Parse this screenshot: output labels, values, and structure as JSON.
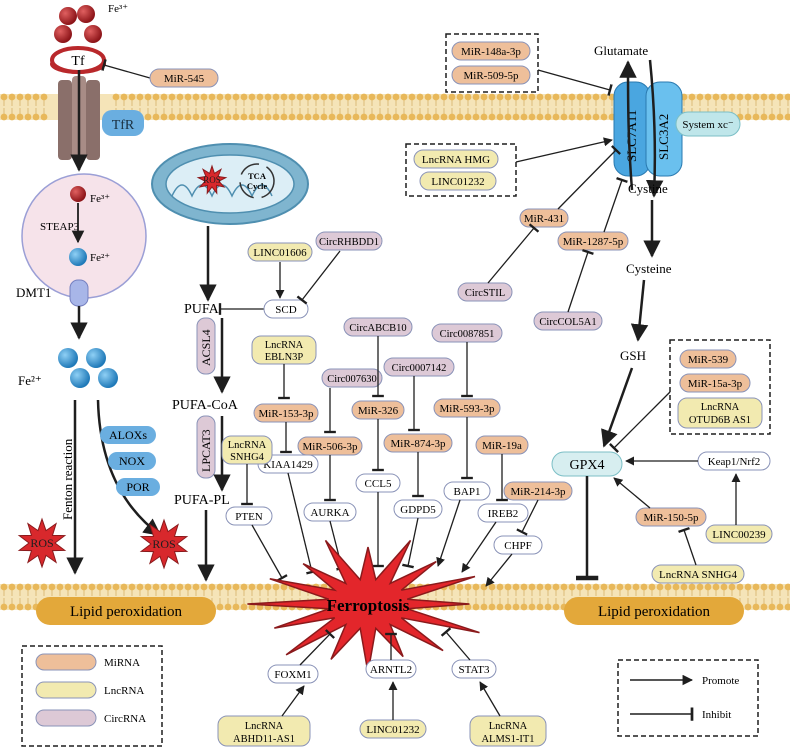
{
  "colors": {
    "mirna": "#eebf9a",
    "lncrna": "#f2eab0",
    "circrna": "#ddc9d6",
    "node_stroke": "#8a93b8",
    "gene_fill": "#ffffff",
    "membrane": "#f0d9a0",
    "lipid_head": "#e6b65a",
    "lipid_box": "#e3a83a",
    "ros": "#d8282c",
    "ferroptosis": "#e3262b",
    "transporter": "#4aa6e0",
    "tfr": "#8a6f6a",
    "iron3": "#b8282c",
    "iron2": "#3aa0dc",
    "mito": "#7fb5cf",
    "gpx4": "#d7eef0"
  },
  "iron": {
    "fe3": "Fe³⁺",
    "tf": "Tf",
    "tfr": "TfR",
    "steap3": "STEAP3",
    "fe3_endo": "Fe³⁺",
    "fe2_endo": "Fe²⁺",
    "dmt1": "DMT1",
    "fe2_pool": "Fe²⁺",
    "fenton": "Fenton reaction",
    "ros_left": "ROS",
    "ros_mid": "ROS",
    "mir545": "MiR-545"
  },
  "enzymes": {
    "alox": "ALOXs",
    "nox": "NOX",
    "por": "POR"
  },
  "mito": {
    "ros": "ROS",
    "tca_line1": "TCA",
    "tca_line2": "Cycle"
  },
  "lipid_path": {
    "pufa": "PUFA",
    "acsl4": "ACSL4",
    "pufa_coa": "PUFA-CoA",
    "lpcat3": "LPCAT3",
    "pufa_pl": "PUFA-PL",
    "scd": "SCD",
    "linc01606": "LINC01606",
    "circrhbdd1": "CircRHBDD1"
  },
  "middle": {
    "lnc_ebln3p_1": "LncRNA",
    "lnc_ebln3p_2": "EBLN3P",
    "mir153": "MiR-153-3p",
    "kiaa1429": "KIAA1429",
    "circ007630": "Circ007630",
    "mir506": "MiR-506-3p",
    "aurka": "AURKA",
    "lnc_snhg4_1": "LncRNA",
    "lnc_snhg4_2": "SNHG4",
    "pten": "PTEN",
    "circabcb10": "CircABCB10",
    "mir326": "MiR-326",
    "ccl5": "CCL5",
    "circ0007142": "Circ0007142",
    "mir874": "MiR-874-3p",
    "gdpd5": "GDPD5",
    "circ0087851": "Circ0087851",
    "mir593": "MiR-593-3p",
    "bap1": "BAP1",
    "mir19a": "MiR-19a",
    "ireb2": "IREB2",
    "mir214": "MiR-214-3p",
    "chpf": "CHPF"
  },
  "system_xc": {
    "glutamate": "Glutamate",
    "slc7a11": "SLC7A11",
    "slc3a2": "SLC3A2",
    "label": "System xc⁻",
    "cystine": "Cystine",
    "cysteine": "Cysteine",
    "gsh": "GSH",
    "mir148": "MiR-148a-3p",
    "mir509": "MiR-509-5p",
    "lnc_hmg": "LncRNA HMG",
    "linc01232": "LINC01232",
    "mir431": "MiR-431",
    "circstil": "CircSTIL",
    "mir1287": "MiR-1287-5p",
    "circcol5a1": "CircCOL5A1"
  },
  "gpx4_axis": {
    "gpx4": "GPX4",
    "mir539": "MiR-539",
    "mir15a": "MiR-15a-3p",
    "lnc_otud_1": "LncRNA",
    "lnc_otud_2": "OTUD6B AS1",
    "keap1": "Keap1/Nrf2",
    "mir150": "MiR-150-5p",
    "linc00239": "LINC00239",
    "lnc_snhg4": "LncRNA SNHG4"
  },
  "bottom": {
    "ferroptosis": "Ferroptosis",
    "lipid_left": "Lipid peroxidation",
    "lipid_right": "Lipid peroxidation",
    "foxm1": "FOXM1",
    "lnc_abhd_1": "LncRNA",
    "lnc_abhd_2": "ABHD11-AS1",
    "arntl2": "ARNTL2",
    "linc01232": "LINC01232",
    "stat3": "STAT3",
    "lnc_alms_1": "LncRNA",
    "lnc_alms_2": "ALMS1-IT1"
  },
  "legend": {
    "mirna": "MiRNA",
    "lncrna": "LncRNA",
    "circrna": "CircRNA",
    "promote": "Promote",
    "inhibit": "Inhibit"
  }
}
